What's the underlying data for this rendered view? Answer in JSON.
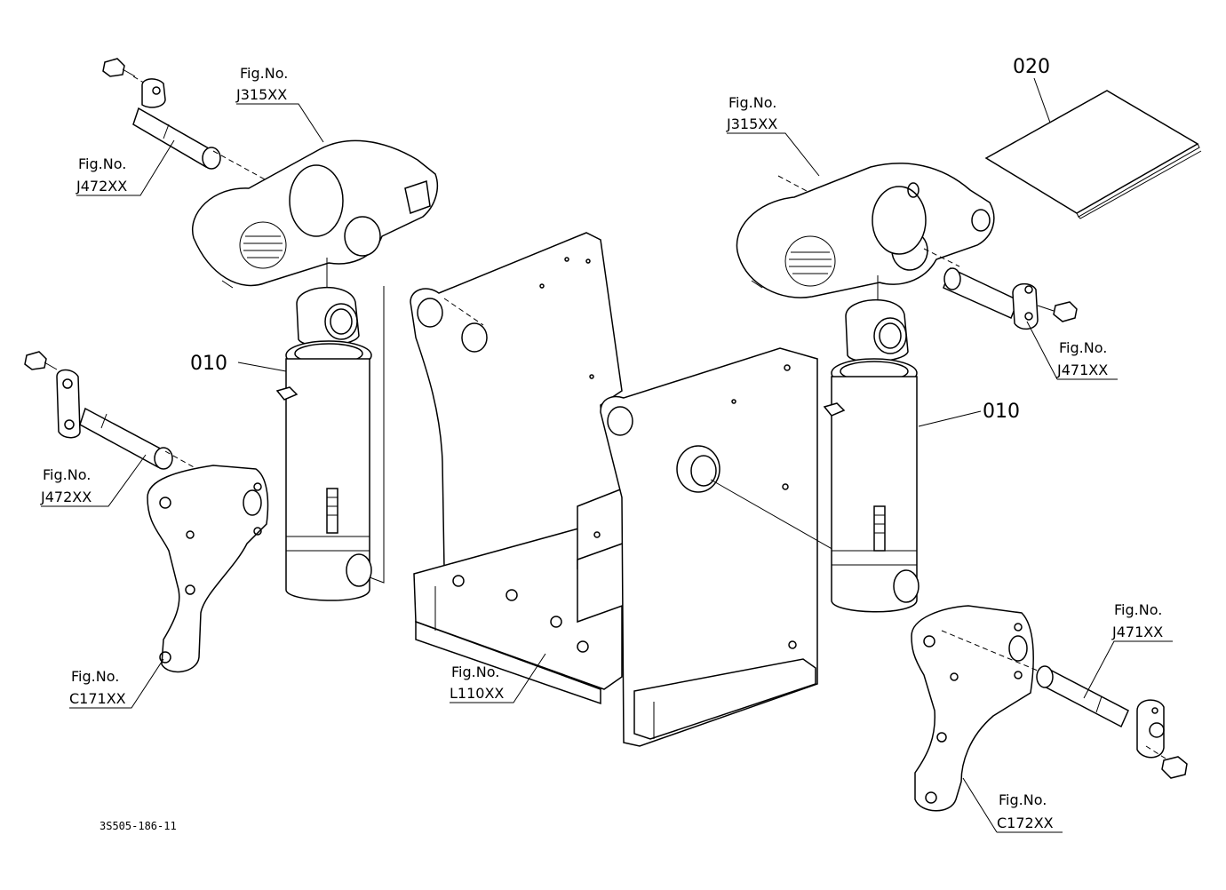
{
  "callouts": [
    {
      "id": "j315-left",
      "line1": "Fig.No.",
      "line2": "J315XX"
    },
    {
      "id": "j472-top",
      "line1": "Fig.No.",
      "line2": "J472XX"
    },
    {
      "id": "j472-bottom",
      "line1": "Fig.No.",
      "line2": "J472XX"
    },
    {
      "id": "c171",
      "line1": "Fig.No.",
      "line2": "C171XX"
    },
    {
      "id": "l110",
      "line1": "Fig.No.",
      "line2": "L110XX"
    },
    {
      "id": "j315-right",
      "line1": "Fig.No.",
      "line2": "J315XX"
    },
    {
      "id": "j471-top",
      "line1": "Fig.No.",
      "line2": "J471XX"
    },
    {
      "id": "j471-bottom",
      "line1": "Fig.No.",
      "line2": "J471XX"
    },
    {
      "id": "c172",
      "line1": "Fig.No.",
      "line2": "C172XX"
    }
  ],
  "part_numbers": {
    "left_cylinder": "010",
    "right_cylinder": "010",
    "sheet": "020"
  },
  "drawing_code": "3S505-186-11"
}
